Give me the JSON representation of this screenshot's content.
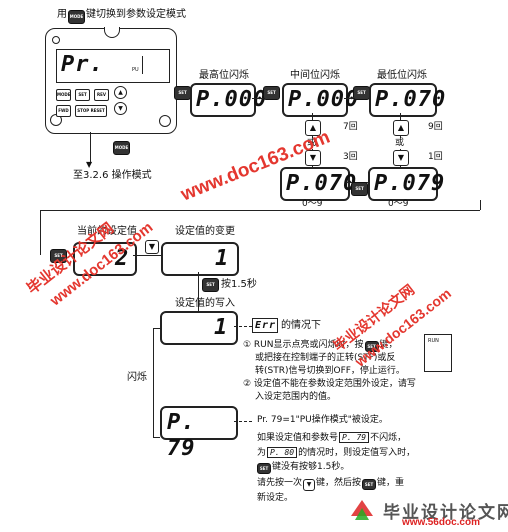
{
  "top_instruction": {
    "pre": "用",
    "key": "MODE",
    "post": "键切换到参数设定模式"
  },
  "panel": {
    "display": "Pr.",
    "unit": "PU",
    "keys": [
      "MODE",
      "SET",
      "REV",
      "FWD",
      "STOP RESET"
    ]
  },
  "mode_key": "MODE",
  "goto_text": "至3.2.6 操作模式",
  "flash": {
    "labels": [
      "最高位闪烁",
      "中间位闪烁",
      "最低位闪烁"
    ],
    "displays": [
      "P.000",
      "P.000",
      "P.070"
    ],
    "result_displays": [
      "P.070",
      "P.079"
    ]
  },
  "set_key": "SET",
  "counters": {
    "mid_up": "7回",
    "mid_or": "或",
    "mid_down": "3回",
    "low_up": "9回",
    "low_or": "或",
    "low_down": "1回"
  },
  "range_label": "0～9",
  "current_value": {
    "label": "当前的设定值",
    "display": "2"
  },
  "change_value": {
    "label": "设定值的变更",
    "display": "1"
  },
  "press_label": "按1.5秒",
  "write_value": {
    "label": "设定值的写入",
    "display": "1"
  },
  "err_display": "Err",
  "err_label": "的情况下",
  "blink_label": "闪烁",
  "notes": {
    "n1_line1": "① RUN显示点亮或闪烁时，按",
    "n1_line1b": "键，",
    "n1_line2": "或把接在控制端子的正转(STF)或反",
    "n1_line3": "转(STR)信号切换到OFF，停止运行。",
    "n2_line1": "② 设定值不能在参数设定范围外设定，请写",
    "n2_line2": "入设定范围内的值。"
  },
  "run_label": "RUN",
  "pr79_display": "P. 79",
  "pr79_notes": {
    "l1": "Pr. 79=1\"PU操作模式\"被设定。",
    "l2a": "如果设定值和参数号",
    "l2box": "P. 79",
    "l2b": "不闪烁，",
    "l3a": "为",
    "l3box": "P. 80",
    "l3b": "的情况时，则设定值写入时，",
    "l4b": "键没有按够1.5秒。",
    "l5a": "请先按一次",
    "l5b": "键，然后按",
    "l5c": "键，重",
    "l6": "新设定。"
  },
  "watermarks": {
    "url1": "www.doc163.com",
    "url2": "www.doc163.com",
    "site_cn": "毕业设计论文网",
    "site_cn2": "毕业设计论文网",
    "url3": "www.doc163.com",
    "footer_cn": "毕业设计论文网",
    "footer_url": "www.56doc.com"
  }
}
